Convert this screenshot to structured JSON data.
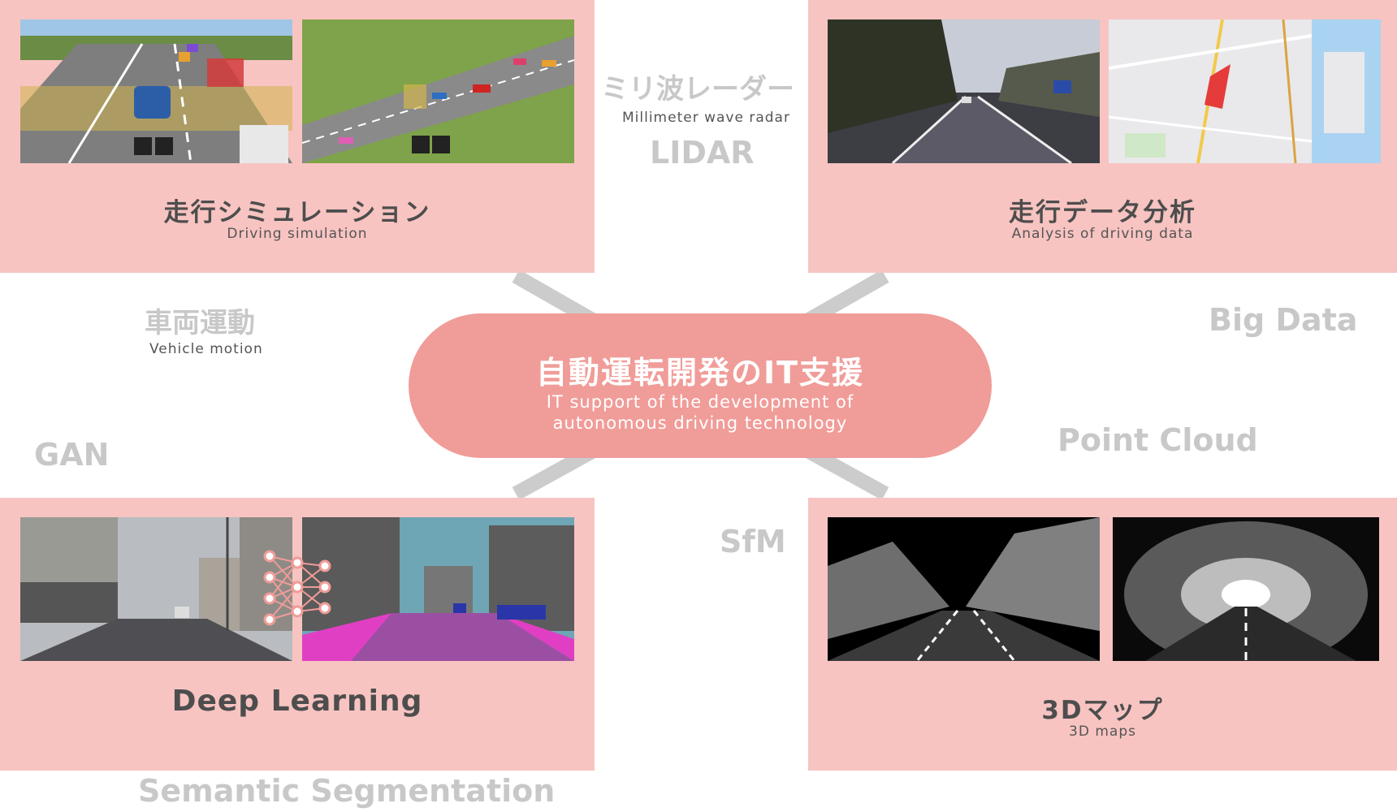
{
  "center": {
    "title": "自動運転開発のIT支援",
    "subtitle_line1": "IT support of the development of",
    "subtitle_line2": "autonomous driving technology"
  },
  "panels": {
    "driving_simulation": {
      "title": "走行シミュレーション",
      "subtitle": "Driving simulation"
    },
    "driving_data": {
      "title": "走行データ分析",
      "subtitle": "Analysis of driving data"
    },
    "deep_learning": {
      "title": "Deep Learning"
    },
    "maps_3d": {
      "title": "3Dマップ",
      "subtitle": "3D maps"
    }
  },
  "keywords": {
    "mmwave": {
      "label": "ミリ波レーダー",
      "sub": "Millimeter wave radar"
    },
    "lidar": "LIDAR",
    "vehicle_motion": {
      "label": "車両運動",
      "sub": "Vehicle motion"
    },
    "big_data": "Big Data",
    "point_cloud": "Point Cloud",
    "gan": "GAN",
    "sfm": "SfM",
    "semantic_segmentation": "Semantic Segmentation"
  },
  "colors": {
    "panel": "#f7c4c1",
    "center": "#f09c98",
    "connector": "#cccccc",
    "keyword": "#c8c8c8",
    "title_text": "#4d4d4d"
  }
}
